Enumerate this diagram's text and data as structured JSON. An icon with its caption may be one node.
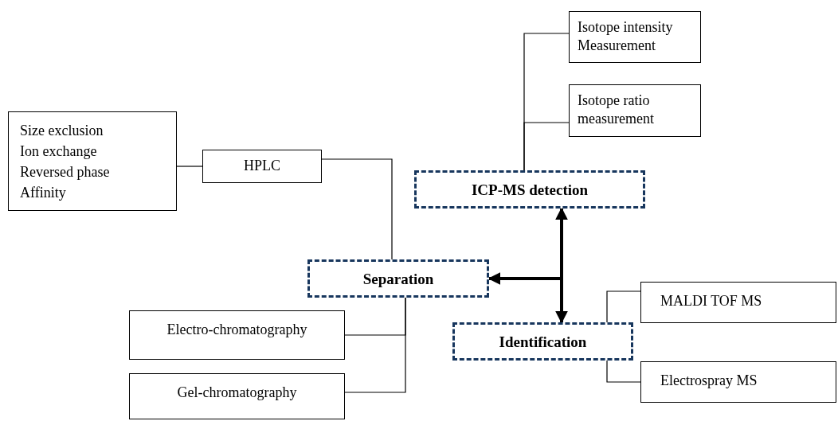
{
  "diagram": {
    "nodes": [
      {
        "text": [
          "Isotope intensity Measurement"
        ]
      },
      {
        "text": [
          "Isotope ratio measurement"
        ]
      },
      {
        "text": [
          "ICP-MS detection"
        ]
      },
      {
        "text": [
          "Size exclusion",
          "Ion exchange",
          "Reversed phase",
          "Affinity"
        ]
      },
      {
        "text": [
          "HPLC"
        ]
      },
      {
        "text": [
          "Separation"
        ]
      },
      {
        "text": [
          "Electro-chromatography"
        ]
      },
      {
        "text": [
          "Gel-chromatography"
        ]
      },
      {
        "text": [
          "Identification"
        ]
      },
      {
        "text": [
          "MALDI TOF MS"
        ]
      },
      {
        "text": [
          "Electrospray MS"
        ]
      }
    ],
    "edges": [
      {
        "from": 2,
        "to": 0,
        "arrow": "none"
      },
      {
        "from": 2,
        "to": 1,
        "arrow": "none"
      },
      {
        "from": 4,
        "to": 3,
        "arrow": "none"
      },
      {
        "from": 4,
        "to": 5,
        "arrow": "none"
      },
      {
        "from": 5,
        "to": 6,
        "arrow": "none"
      },
      {
        "from": 5,
        "to": 7,
        "arrow": "none"
      },
      {
        "from": 2,
        "to": 8,
        "arrow": "both",
        "style": "thick"
      },
      {
        "from": 2,
        "to": 5,
        "arrow": "to",
        "style": "thick"
      },
      {
        "from": 8,
        "to": 9,
        "arrow": "none"
      },
      {
        "from": 8,
        "to": 10,
        "arrow": "none"
      }
    ]
  }
}
